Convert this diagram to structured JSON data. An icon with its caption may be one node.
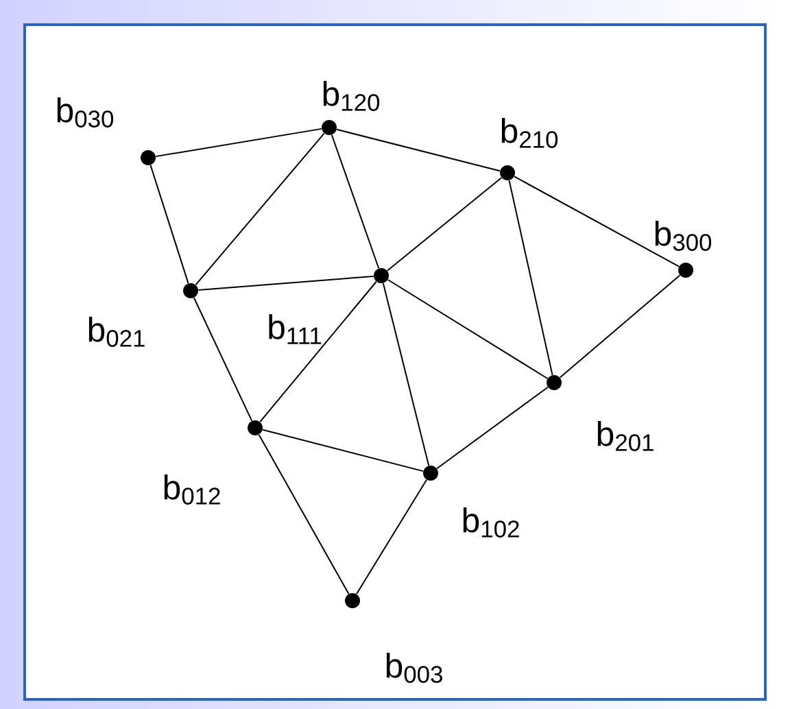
{
  "diagram": {
    "nodes": [
      {
        "text": [],
        "shape": "circle",
        "beside": [
          "b$_{120}$"
        ]
      },
      {
        "text": [],
        "shape": "circle",
        "beside": [
          "b$_{030}$"
        ]
      },
      {
        "text": [],
        "shape": "circle",
        "beside": [
          "b$_{210}$"
        ]
      },
      {
        "text": [],
        "shape": "circle",
        "beside": [
          "b$_{300}$"
        ]
      },
      {
        "text": [],
        "shape": "circle",
        "beside": [
          "b$_{111}$"
        ]
      },
      {
        "text": [],
        "shape": "circle",
        "beside": [
          "b$_{021}$"
        ]
      },
      {
        "text": [],
        "shape": "circle",
        "beside": [
          "b$_{201}$"
        ]
      },
      {
        "text": [],
        "shape": "circle",
        "beside": [
          "b$_{012}$"
        ]
      },
      {
        "text": [],
        "shape": "circle",
        "beside": [
          "b$_{102}$"
        ]
      },
      {
        "text": [],
        "shape": "circle",
        "beside": [
          "b$_{003}$"
        ]
      }
    ],
    "edges": [
      {
        "from": 1,
        "to": 0,
        "arrow": "none"
      },
      {
        "from": 1,
        "to": 5,
        "arrow": "none"
      },
      {
        "from": 0,
        "to": 5,
        "arrow": "none"
      },
      {
        "from": 0,
        "to": 4,
        "arrow": "none"
      },
      {
        "from": 0,
        "to": 2,
        "arrow": "none"
      },
      {
        "from": 2,
        "to": 4,
        "arrow": "none"
      },
      {
        "from": 2,
        "to": 6,
        "arrow": "none"
      },
      {
        "from": 2,
        "to": 3,
        "arrow": "none"
      },
      {
        "from": 3,
        "to": 6,
        "arrow": "none"
      },
      {
        "from": 5,
        "to": 4,
        "arrow": "none"
      },
      {
        "from": 5,
        "to": 7,
        "arrow": "none"
      },
      {
        "from": 4,
        "to": 7,
        "arrow": "none"
      },
      {
        "from": 4,
        "to": 8,
        "arrow": "none"
      },
      {
        "from": 4,
        "to": 6,
        "arrow": "none"
      },
      {
        "from": 7,
        "to": 8,
        "arrow": "none"
      },
      {
        "from": 8,
        "to": 6,
        "arrow": "none"
      },
      {
        "from": 7,
        "to": 9,
        "arrow": "none"
      },
      {
        "from": 8,
        "to": 9,
        "arrow": "none"
      }
    ]
  }
}
